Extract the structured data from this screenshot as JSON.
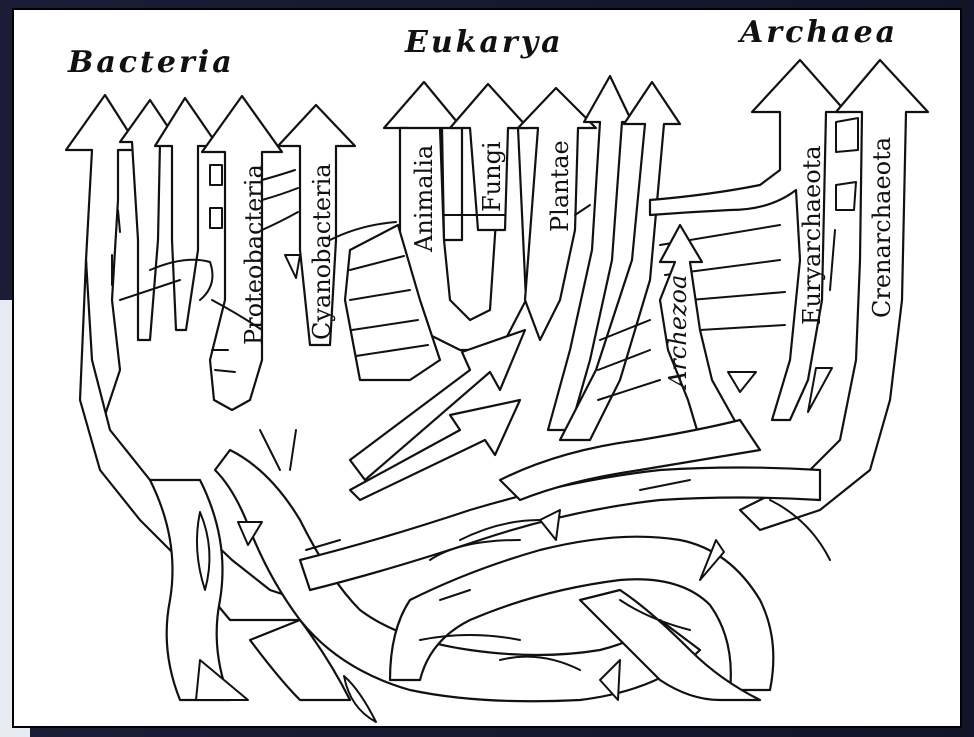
{
  "domains": {
    "bacteria": "Bacteria",
    "eukarya": "Eukarya",
    "archaea": "Archaea"
  },
  "groups": {
    "proteobacteria": "Proteobacteria",
    "cyanobacteria": "Cyanobacteria",
    "animalia": "Animalia",
    "fungi": "Fungi",
    "plantae": "Plantae",
    "archezoa": "Archezoa",
    "euryarchaeota": "Euryarchaeota",
    "crenarchaeota": "Crenarchaeota"
  }
}
